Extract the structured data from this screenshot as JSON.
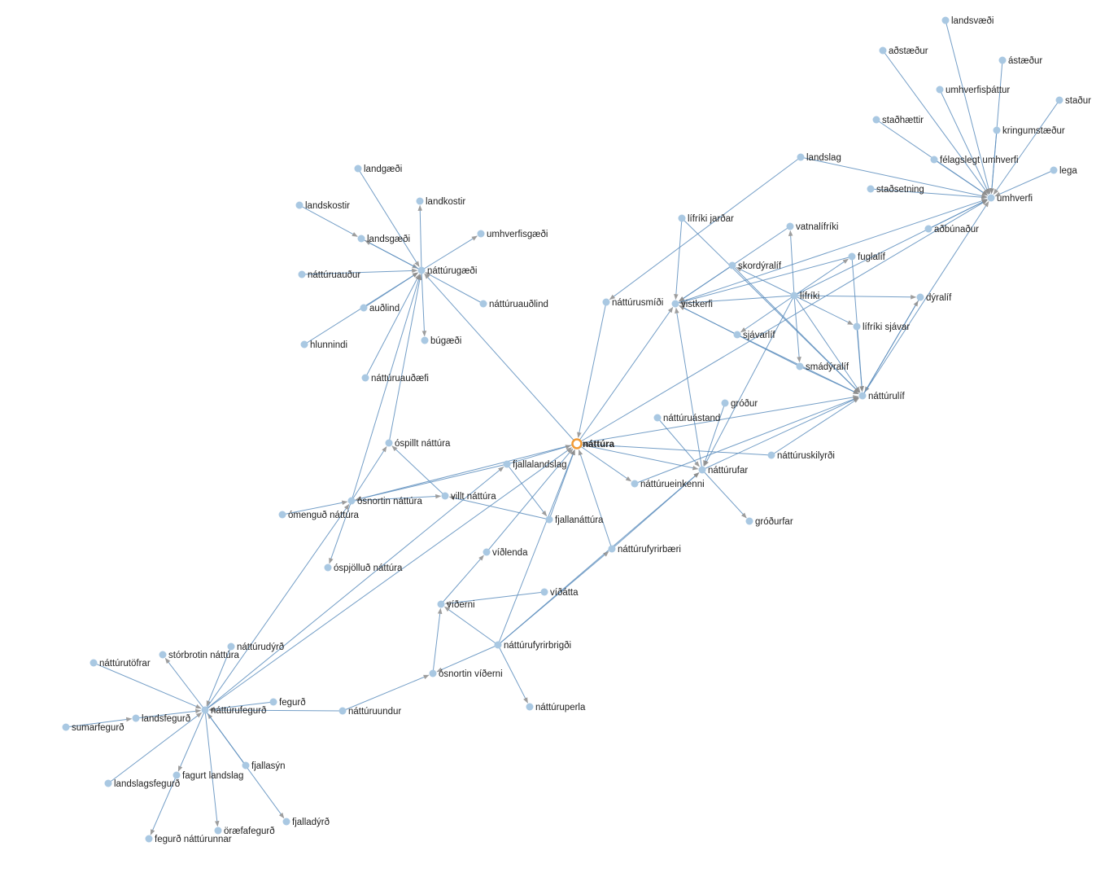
{
  "graph": {
    "root": "náttúra",
    "colors": {
      "node": "#a9c8e2",
      "root_ring": "#f29b35",
      "edge": "#5b8dbd",
      "arrow": "#8c8c8c",
      "label": "#222222"
    },
    "nodes": [
      {
        "id": "landsvæði",
        "label": "landsvæði"
      },
      {
        "id": "aðstæður",
        "label": "aðstæður"
      },
      {
        "id": "ástæður",
        "label": "ástæður"
      },
      {
        "id": "umhverfisþáttur",
        "label": "umhverfisþáttur"
      },
      {
        "id": "staður",
        "label": "staður"
      },
      {
        "id": "staðhættir",
        "label": "staðhættir"
      },
      {
        "id": "kringumstæður",
        "label": "kringumstæður"
      },
      {
        "id": "félagslegt umhverfi",
        "label": "félagslegt umhverfi"
      },
      {
        "id": "lega",
        "label": "lega"
      },
      {
        "id": "staðsetning",
        "label": "staðsetning"
      },
      {
        "id": "umhverfi",
        "label": "umhverfi"
      },
      {
        "id": "landslag",
        "label": "landslag"
      },
      {
        "id": "aðbúnaður",
        "label": "aðbúnaður"
      },
      {
        "id": "lífríki jarðar",
        "label": "lífríki jarðar"
      },
      {
        "id": "vatnalífríki",
        "label": "vatnalífríki"
      },
      {
        "id": "fuglalíf",
        "label": "fuglalíf"
      },
      {
        "id": "skordýralíf",
        "label": "skordýralíf"
      },
      {
        "id": "lífríki",
        "label": "lífríki"
      },
      {
        "id": "dýralíf",
        "label": "dýralíf"
      },
      {
        "id": "vistkerfi",
        "label": "vistkerfi"
      },
      {
        "id": "náttúrusmíði",
        "label": "náttúrusmíði"
      },
      {
        "id": "lífríki sjávar",
        "label": "lífríki sjávar"
      },
      {
        "id": "sjávarlíf",
        "label": "sjávarlíf"
      },
      {
        "id": "smádýralíf",
        "label": "smádýralíf"
      },
      {
        "id": "náttúrulíf",
        "label": "náttúrulíf"
      },
      {
        "id": "gróður",
        "label": "gróður"
      },
      {
        "id": "náttúruástand",
        "label": "náttúruástand"
      },
      {
        "id": "náttúra",
        "label": "náttúra"
      },
      {
        "id": "náttúruskilyrði",
        "label": "náttúruskilyrði"
      },
      {
        "id": "náttúrufar",
        "label": "náttúrufar"
      },
      {
        "id": "náttúrueinkenni",
        "label": "náttúrueinkenni"
      },
      {
        "id": "gróðurfar",
        "label": "gróðurfar"
      },
      {
        "id": "náttúrufyrirbæri",
        "label": "náttúrufyrirbæri"
      },
      {
        "id": "landgæði",
        "label": "landgæði"
      },
      {
        "id": "landkostir",
        "label": "landkostir"
      },
      {
        "id": "landskostir",
        "label": "landskostir"
      },
      {
        "id": "landsgæði",
        "label": "landsgæði"
      },
      {
        "id": "umhverfisgæði",
        "label": "umhverfisgæði"
      },
      {
        "id": "náttúruauður",
        "label": "náttúruauður"
      },
      {
        "id": "náttúrugæði",
        "label": "náttúrugæði"
      },
      {
        "id": "auðlind",
        "label": "auðlind"
      },
      {
        "id": "náttúruauðlind",
        "label": "náttúruauðlind"
      },
      {
        "id": "búgæði",
        "label": "búgæði"
      },
      {
        "id": "hlunnindi",
        "label": "hlunnindi"
      },
      {
        "id": "náttúruauðæfi",
        "label": "náttúruauðæfi"
      },
      {
        "id": "óspillt náttúra",
        "label": "óspillt náttúra"
      },
      {
        "id": "fjallalandslag",
        "label": "fjallalandslag"
      },
      {
        "id": "villt náttúra",
        "label": "villt náttúra"
      },
      {
        "id": "ósnortin náttúra",
        "label": "ósnortin náttúra"
      },
      {
        "id": "ómenguð náttúra",
        "label": "ómenguð náttúra"
      },
      {
        "id": "fjallanáttúra",
        "label": "fjallanáttúra"
      },
      {
        "id": "óspjölluð náttúra",
        "label": "óspjölluð náttúra"
      },
      {
        "id": "víðlenda",
        "label": "víðlenda"
      },
      {
        "id": "víðátta",
        "label": "víðátta"
      },
      {
        "id": "víðerni",
        "label": "víðerni"
      },
      {
        "id": "náttúrufyrirbrigði",
        "label": "náttúrufyrirbrigði"
      },
      {
        "id": "ósnortin víðerni",
        "label": "ósnortin víðerni"
      },
      {
        "id": "náttúruperla",
        "label": "náttúruperla"
      },
      {
        "id": "náttúruundur",
        "label": "náttúruundur"
      },
      {
        "id": "náttúrudýrð",
        "label": "náttúrudýrð"
      },
      {
        "id": "stórbrotin náttúra",
        "label": "stórbrotin náttúra"
      },
      {
        "id": "náttúrutöfrar",
        "label": "náttúrutöfrar"
      },
      {
        "id": "fegurð",
        "label": "fegurð"
      },
      {
        "id": "landsfegurð",
        "label": "landsfegurð"
      },
      {
        "id": "náttúrufegurð",
        "label": "náttúrufegurð"
      },
      {
        "id": "sumarfegurð",
        "label": "sumarfegurð"
      },
      {
        "id": "fjallasýn",
        "label": "fjallasýn"
      },
      {
        "id": "fagurt landslag",
        "label": "fagurt landslag"
      },
      {
        "id": "landslagsfegurð",
        "label": "landslagsfegurð"
      },
      {
        "id": "fjalladýrð",
        "label": "fjalladýrð"
      },
      {
        "id": "öræfafegurð",
        "label": "öræfafegurð"
      },
      {
        "id": "fegurð náttúrunnar",
        "label": "fegurð náttúrunnar"
      }
    ],
    "edges": [
      [
        "landsvæði",
        "umhverfi"
      ],
      [
        "aðstæður",
        "umhverfi"
      ],
      [
        "ástæður",
        "umhverfi"
      ],
      [
        "umhverfisþáttur",
        "umhverfi"
      ],
      [
        "staður",
        "umhverfi"
      ],
      [
        "staðhættir",
        "umhverfi"
      ],
      [
        "kringumstæður",
        "umhverfi"
      ],
      [
        "félagslegt umhverfi",
        "umhverfi"
      ],
      [
        "lega",
        "umhverfi"
      ],
      [
        "staðsetning",
        "umhverfi"
      ],
      [
        "landslag",
        "umhverfi"
      ],
      [
        "aðbúnaður",
        "umhverfi"
      ],
      [
        "landslag",
        "náttúrusmíði"
      ],
      [
        "lífríki jarðar",
        "vistkerfi"
      ],
      [
        "lífríki jarðar",
        "náttúrulíf"
      ],
      [
        "vatnalífríki",
        "vistkerfi"
      ],
      [
        "fuglalíf",
        "vistkerfi"
      ],
      [
        "fuglalíf",
        "náttúrulíf"
      ],
      [
        "skordýralíf",
        "vistkerfi"
      ],
      [
        "skordýralíf",
        "náttúrulíf"
      ],
      [
        "lífríki",
        "vistkerfi"
      ],
      [
        "lífríki",
        "náttúrulíf"
      ],
      [
        "lífríki",
        "dýralíf"
      ],
      [
        "lífríki",
        "vatnalífríki"
      ],
      [
        "lífríki",
        "lífríki sjávar"
      ],
      [
        "lífríki",
        "smádýralíf"
      ],
      [
        "lífríki",
        "skordýralíf"
      ],
      [
        "lífríki",
        "fuglalíf"
      ],
      [
        "lífríki",
        "sjávarlíf"
      ],
      [
        "lífríki",
        "umhverfi"
      ],
      [
        "lífríki",
        "náttúrufar"
      ],
      [
        "sjávarlíf",
        "vistkerfi"
      ],
      [
        "sjávarlíf",
        "náttúrulíf"
      ],
      [
        "smádýralíf",
        "vistkerfi"
      ],
      [
        "smádýralíf",
        "náttúrulíf"
      ],
      [
        "lífríki sjávar",
        "náttúrulíf"
      ],
      [
        "dýralíf",
        "náttúrulíf"
      ],
      [
        "vistkerfi",
        "umhverfi"
      ],
      [
        "náttúrulíf",
        "umhverfi"
      ],
      [
        "náttúrulíf",
        "dýralíf"
      ],
      [
        "náttúra",
        "umhverfi"
      ],
      [
        "náttúra",
        "vistkerfi"
      ],
      [
        "náttúra",
        "náttúrulíf"
      ],
      [
        "náttúra",
        "náttúrugæði"
      ],
      [
        "náttúra",
        "náttúrufar"
      ],
      [
        "náttúra",
        "náttúrueinkenni"
      ],
      [
        "náttúra",
        "ósnortin náttúra"
      ],
      [
        "náttúrusmíði",
        "náttúra"
      ],
      [
        "fjallalandslag",
        "náttúra"
      ],
      [
        "fjallanáttúra",
        "náttúra"
      ],
      [
        "náttúrufyrirbæri",
        "náttúra"
      ],
      [
        "náttúrufyrirbrigði",
        "náttúra"
      ],
      [
        "náttúruskilyrði",
        "náttúra"
      ],
      [
        "náttúrufegurð",
        "náttúra"
      ],
      [
        "víðlenda",
        "náttúra"
      ],
      [
        "náttúrufar",
        "vistkerfi"
      ],
      [
        "náttúrufar",
        "náttúrulíf"
      ],
      [
        "náttúrufar",
        "gróðurfar"
      ],
      [
        "gróður",
        "náttúrufar"
      ],
      [
        "náttúruástand",
        "náttúrufar"
      ],
      [
        "náttúruskilyrði",
        "náttúrulíf"
      ],
      [
        "náttúrueinkenni",
        "náttúrulíf"
      ],
      [
        "náttúrufyrirbæri",
        "náttúrufar"
      ],
      [
        "náttúrufyrirbrigði",
        "náttúrufar"
      ],
      [
        "landgæði",
        "náttúrugæði"
      ],
      [
        "landskostir",
        "landsgæði"
      ],
      [
        "landsgæði",
        "náttúrugæði"
      ],
      [
        "náttúrugæði",
        "landkostir"
      ],
      [
        "náttúrugæði",
        "umhverfisgæði"
      ],
      [
        "náttúruauður",
        "náttúrugæði"
      ],
      [
        "auðlind",
        "náttúrugæði"
      ],
      [
        "náttúruauðlind",
        "náttúrugæði"
      ],
      [
        "náttúrugæði",
        "búgæði"
      ],
      [
        "hlunnindi",
        "náttúrugæði"
      ],
      [
        "náttúruauðæfi",
        "náttúrugæði"
      ],
      [
        "óspillt náttúra",
        "náttúrugæði"
      ],
      [
        "ósnortin náttúra",
        "náttúrugæði"
      ],
      [
        "náttúrugæði",
        "landsgæði"
      ],
      [
        "ósnortin náttúra",
        "óspillt náttúra"
      ],
      [
        "ósnortin náttúra",
        "villt náttúra"
      ],
      [
        "ósnortin náttúra",
        "óspjölluð náttúra"
      ],
      [
        "ómenguð náttúra",
        "ósnortin náttúra"
      ],
      [
        "villt náttúra",
        "óspillt náttúra"
      ],
      [
        "fjallalandslag",
        "ósnortin náttúra"
      ],
      [
        "fjallalandslag",
        "fjallanáttúra"
      ],
      [
        "fjallanáttúra",
        "villt náttúra"
      ],
      [
        "víðerni",
        "víðlenda"
      ],
      [
        "víðátta",
        "víðerni"
      ],
      [
        "ósnortin víðerni",
        "víðerni"
      ],
      [
        "náttúrufyrirbrigði",
        "náttúrufyrirbæri"
      ],
      [
        "náttúrufyrirbrigði",
        "náttúruperla"
      ],
      [
        "náttúrufyrirbrigði",
        "ósnortin víðerni"
      ],
      [
        "náttúrufyrirbrigði",
        "víðerni"
      ],
      [
        "náttúruundur",
        "ósnortin víðerni"
      ],
      [
        "náttúruundur",
        "náttúrufegurð"
      ],
      [
        "náttúrudýrð",
        "náttúrufegurð"
      ],
      [
        "náttúrufegurð",
        "stórbrotin náttúra"
      ],
      [
        "náttúrutöfrar",
        "náttúrufegurð"
      ],
      [
        "fegurð",
        "náttúrufegurð"
      ],
      [
        "landsfegurð",
        "náttúrufegurð"
      ],
      [
        "sumarfegurð",
        "landsfegurð"
      ],
      [
        "fjallasýn",
        "náttúrufegurð"
      ],
      [
        "náttúrufegurð",
        "fagurt landslag"
      ],
      [
        "landslagsfegurð",
        "náttúrufegurð"
      ],
      [
        "náttúrufegurð",
        "fjalladýrð"
      ],
      [
        "náttúrufegurð",
        "öræfafegurð"
      ],
      [
        "fagurt landslag",
        "fegurð náttúrunnar"
      ],
      [
        "náttúrufegurð",
        "ósnortin náttúra"
      ],
      [
        "náttúrufegurð",
        "fjallalandslag"
      ]
    ]
  }
}
